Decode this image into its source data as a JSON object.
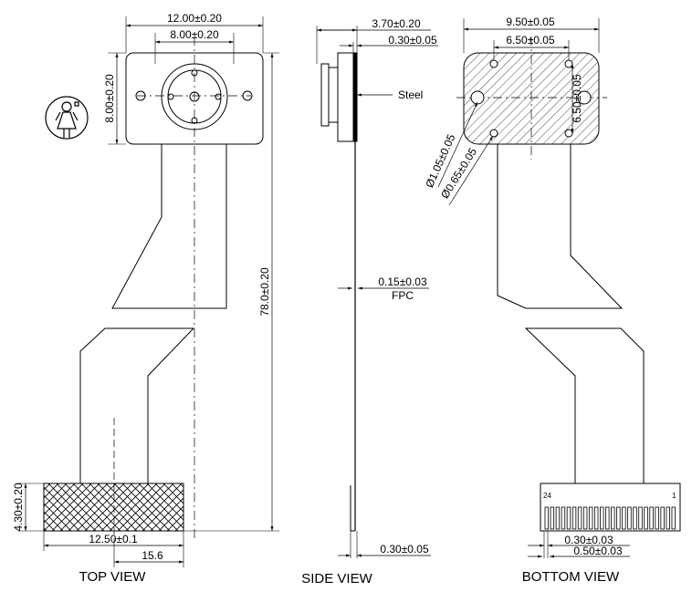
{
  "top_view": {
    "title": "TOP VIEW",
    "dim_width": "12.00±0.20",
    "dim_inner": "8.00±0.20",
    "dim_height": "8.00±0.20",
    "dim_length": "78.0±0.20",
    "dim_pad_h": "4.30±0.20",
    "dim_pad_w": "12.50±0.1",
    "dim_offset": "15.6"
  },
  "side_view": {
    "title": "SIDE VIEW",
    "dim_thick": "3.70±0.20",
    "dim_plate": "0.30±0.05",
    "label_steel": "Steel",
    "dim_fpc": "0.15±0.03",
    "label_fpc": "FPC",
    "dim_bottom": "0.30±0.05"
  },
  "bottom_view": {
    "title": "BOTTOM VIEW",
    "dim_width": "9.50±0.05",
    "dim_inner": "6.50±0.05",
    "dim_vert": "6.50±0.05",
    "dim_hole_big": "Ø1.05±0.05",
    "dim_hole_small": "Ø0.65±0.05",
    "pin_first": "24",
    "pin_last": "1",
    "dim_pitch": "0.30±0.03",
    "dim_pin_w": "0.50±0.03"
  },
  "colors": {
    "line": "#000000",
    "background": "#ffffff"
  },
  "icons": {
    "logo": "girl-icon"
  }
}
